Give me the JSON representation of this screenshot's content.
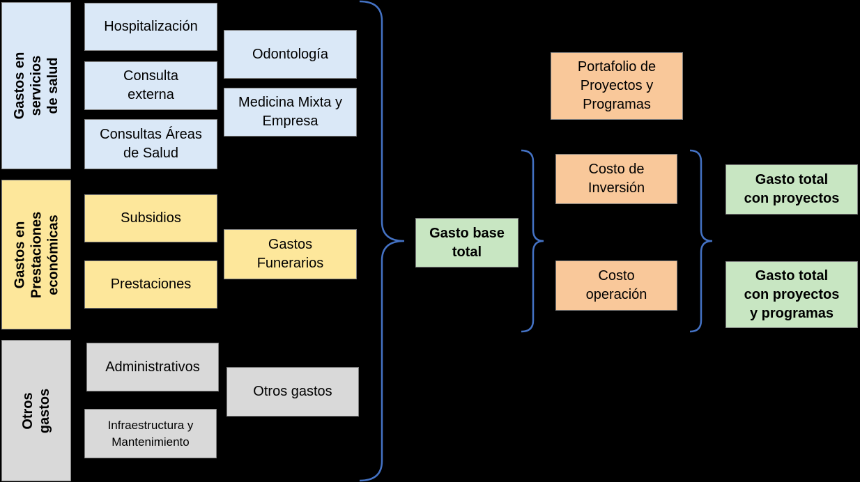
{
  "categories": {
    "health": "Gastos en\nservicios de salud",
    "benefits": "Gastos en\nPrestaciones\neconómicas",
    "other": "Otros gastos"
  },
  "health_items": {
    "hospitalizacion": "Hospitalización",
    "consulta_externa": "Consulta\nexterna",
    "consultas_areas": "Consultas Áreas\nde Salud",
    "odontologia": "Odontología",
    "medicina_mixta": "Medicina Mixta y\nEmpresa"
  },
  "benefit_items": {
    "subsidios": "Subsidios",
    "prestaciones": "Prestaciones",
    "gastos_funerarios": "Gastos\nFunerarios"
  },
  "other_items": {
    "administrativos": "Administrativos",
    "infraestructura": "Infraestructura y\nMantenimiento",
    "otros_gastos": "Otros gastos"
  },
  "summary": {
    "gasto_base_total": "Gasto base\ntotal",
    "portafolio": "Portafolio de\nProyectos y\nProgramas",
    "costo_inversion": "Costo de\nInversión",
    "costo_operacion": "Costo\noperación",
    "gasto_total_proyectos": "Gasto total\ncon proyectos",
    "gasto_total_proyectos_programas": "Gasto total\ncon proyectos\ny programas"
  },
  "colors": {
    "health": "#dae8f7",
    "benefits": "#fde79b",
    "other": "#d9d9d9",
    "cost": "#f9c89a",
    "total": "#c8e6c2",
    "brace": "#4472c4",
    "background": "#000000"
  }
}
